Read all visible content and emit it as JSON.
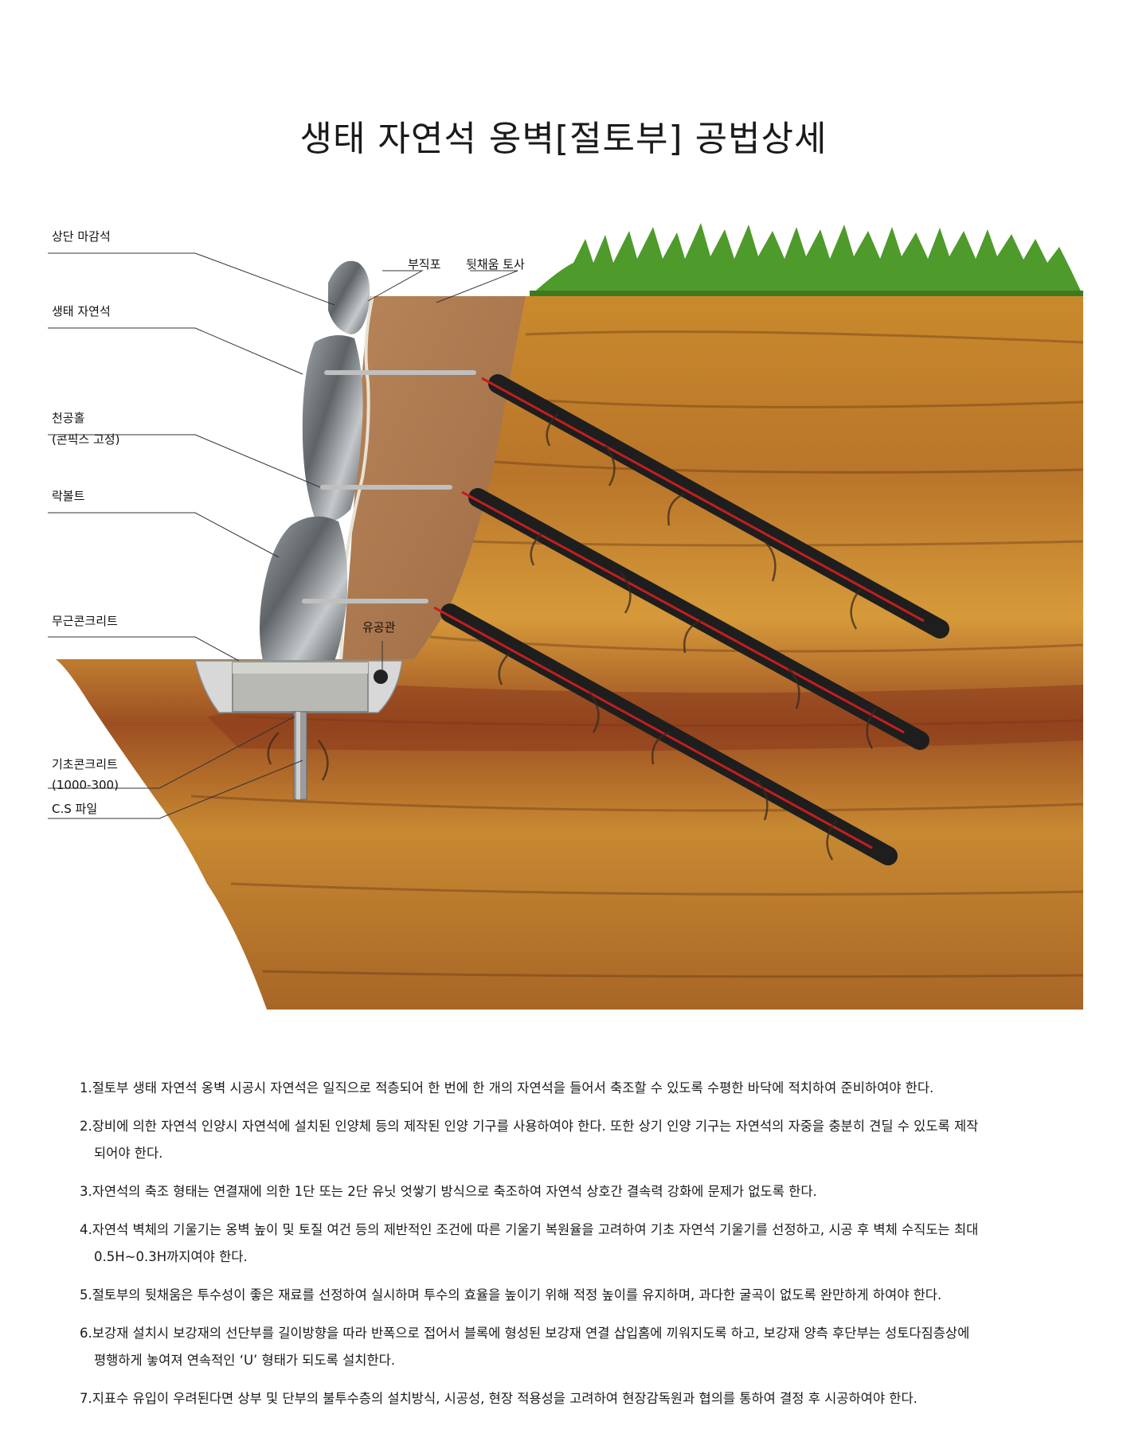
{
  "title": "생태 자연석 옹벽[절토부] 공법상세",
  "labels": {
    "top_cap_stone": "상단 마감석",
    "eco_stone": "생태 자연석",
    "bore_hole_line1": "천공홀",
    "bore_hole_line2": "(콘픽스 고정)",
    "rock_bolt": "락볼트",
    "plain_concrete": "무근콘크리트",
    "perforated_pipe": "유공관",
    "foundation_concrete_line1": "기초콘크리트",
    "foundation_concrete_line2": "(1000-300)",
    "cs_pile": "C.S 파일",
    "nonwoven_fabric": "부직포",
    "backfill_soil": "뒷채움 토사"
  },
  "notes": [
    {
      "line1": "1.절토부 생태 자연석 옹벽 시공시 자연석은 일직으로 적층되어 한 번에 한 개의 자연석을 들어서 축조할 수 있도록 수평한 바닥에 적치하여 준비하여야 한다.",
      "line2": ""
    },
    {
      "line1": "2.장비에 의한 자연석 인양시 자연석에 설치된 인양체 등의 제작된 인양 기구를 사용하여야 한다. 또한 상기 인양 기구는 자연석의 자중을 충분히 견딜 수 있도록 제작",
      "line2": "되어야 한다."
    },
    {
      "line1": "3.자연석의 축조 형태는 연결재에 의한 1단 또는 2단 유닛 엇쌓기 방식으로 축조하여 자연석 상호간 결속력 강화에 문제가 없도록 한다.",
      "line2": ""
    },
    {
      "line1": "4.자연석 벽체의 기울기는 옹벽 높이 및 토질 여건 등의 제반적인 조건에 따른 기울기 복원율을 고려하여 기초 자연석 기울기를 선정하고, 시공 후 벽체 수직도는 최대",
      "line2": "0.5H~0.3H까지여야 한다."
    },
    {
      "line1": "5.절토부의 뒷채움은 투수성이 좋은 재료를 선정하여 실시하며 투수의 효율을 높이기 위해 적정 높이를 유지하며, 과다한 굴곡이 없도록 완만하게 하여야 한다.",
      "line2": ""
    },
    {
      "line1": "6.보강재 설치시 보강재의 선단부를 길이방향을 따라 반폭으로 접어서 블록에 형성된 보강재 연결 삽입홈에 끼워지도록 하고, 보강재 양측 후단부는 성토다짐층상에",
      "line2": "평행하게 놓여져 연속적인 ‘U’ 형태가 되도록 설치한다."
    },
    {
      "line1": "7.지표수 유입이 우려된다면 상부 및 단부의 불투수층의 설치방식, 시공성, 현장 적용성을 고려하여 현장감독원과 협의를 통하여 결정 후 시공하여야 한다.",
      "line2": ""
    }
  ]
}
